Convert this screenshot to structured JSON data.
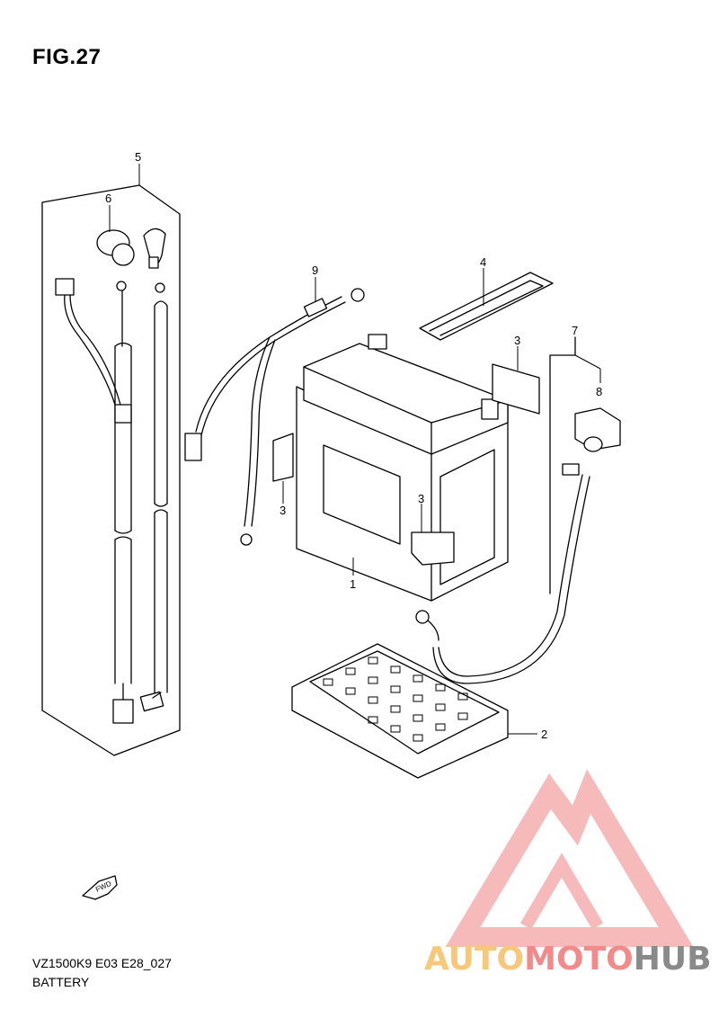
{
  "header": {
    "figure_title": "FIG.27"
  },
  "callouts": [
    {
      "id": "5",
      "label": "5"
    },
    {
      "id": "6",
      "label": "6"
    },
    {
      "id": "9",
      "label": "9"
    },
    {
      "id": "4",
      "label": "4"
    },
    {
      "id": "3a",
      "label": "3"
    },
    {
      "id": "7",
      "label": "7"
    },
    {
      "id": "8",
      "label": "8"
    },
    {
      "id": "3b",
      "label": "3"
    },
    {
      "id": "3c",
      "label": "3"
    },
    {
      "id": "1",
      "label": "1"
    },
    {
      "id": "2",
      "label": "2"
    }
  ],
  "direction_badge": {
    "text": "FWD"
  },
  "footer": {
    "model_code": "VZ1500K9 E03 E28_027",
    "section": "BATTERY"
  },
  "watermark": {
    "part1": "AUTO",
    "part2": "MOTO",
    "part3": "HUB",
    "colors": [
      "#f7c77a",
      "#f28a8a",
      "#8a8a8a"
    ]
  }
}
